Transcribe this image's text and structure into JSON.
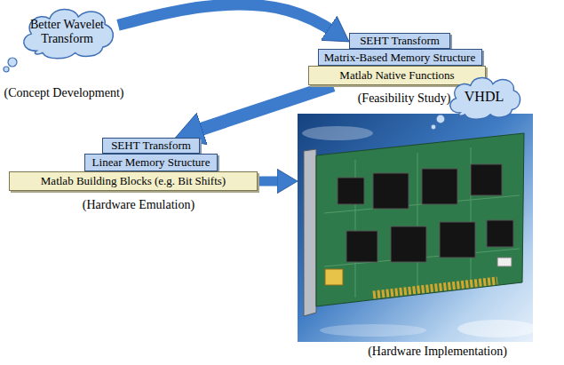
{
  "diagram": {
    "nodes": [
      {
        "text": [
          "Better Wavelet Transform"
        ]
      },
      {
        "text": [
          "SEHT Transform"
        ]
      },
      {
        "text": [
          "Matrix-Based Memory Structure"
        ]
      },
      {
        "text": [
          "Matlab Native Functions"
        ]
      },
      {
        "text": [
          "SEHT Transform"
        ]
      },
      {
        "text": [
          "Linear Memory Structure"
        ]
      },
      {
        "text": [
          "Matlab Building Blocks (e.g. Bit Shifts)"
        ]
      },
      {
        "text": [
          "(Hardware Implementation)"
        ]
      },
      {
        "text": [
          "VHDL"
        ],
        "in": 7
      }
    ],
    "edges": [
      {
        "from": 0,
        "to": 1,
        "arrow": "to"
      },
      {
        "from": 3,
        "to": 4,
        "arrow": "to"
      },
      {
        "from": 6,
        "to": 7,
        "arrow": "to"
      }
    ],
    "labels": [
      "(Concept Development)",
      "(Feasibility Study)",
      "(Hardware Emulation)"
    ]
  }
}
